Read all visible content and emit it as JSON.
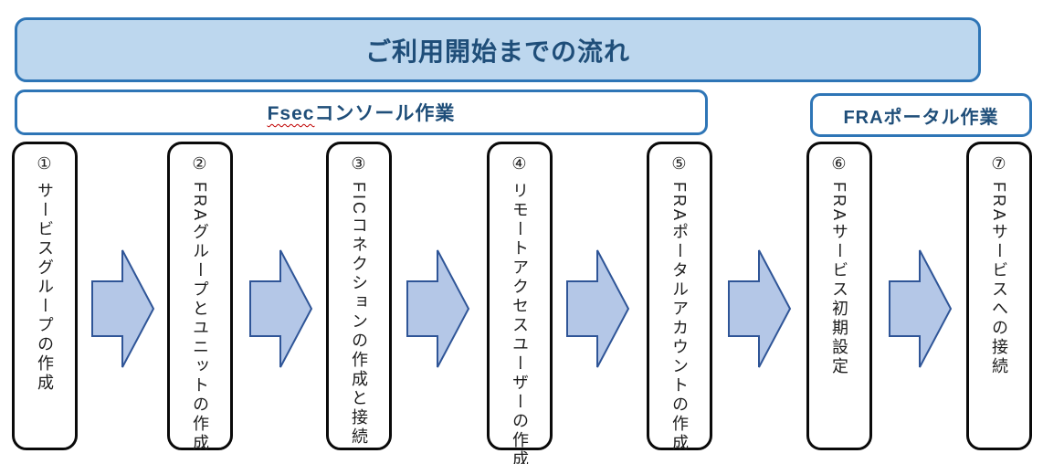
{
  "title": "ご利用開始までの流れ",
  "sections": [
    {
      "label": "Fsecコンソール作業",
      "highlight": "Fsec",
      "rest": "コンソール作業",
      "spellcheck_underline_color": "#C00000"
    },
    {
      "label": "FRAポータル作業"
    }
  ],
  "steps": [
    {
      "number": "①",
      "label": "サービスグループの作成"
    },
    {
      "number": "②",
      "label": "FRAグループとユニットの作成"
    },
    {
      "number": "③",
      "label": "FICコネクションの作成と接続"
    },
    {
      "number": "④",
      "label": "リモートアクセスユーザーの作成"
    },
    {
      "number": "⑤",
      "label": "FRAポータルアカウントの作成"
    },
    {
      "number": "⑥",
      "label": "FRAサービス初期設定"
    },
    {
      "number": "⑦",
      "label": "FRAサービスへの接続"
    }
  ],
  "icons": {
    "flow_arrow": "right-block-arrow"
  },
  "colors": {
    "banner_fill": "#BDD7EE",
    "banner_border": "#2E75B6",
    "heading_text": "#1F4E79",
    "section_border": "#2E75B6",
    "step_box_border": "#0a0a0a",
    "step_text": "#1c1c1c",
    "arrow_fill": "#B4C7E7",
    "arrow_border": "#2F5597",
    "background": "#FFFFFF"
  }
}
